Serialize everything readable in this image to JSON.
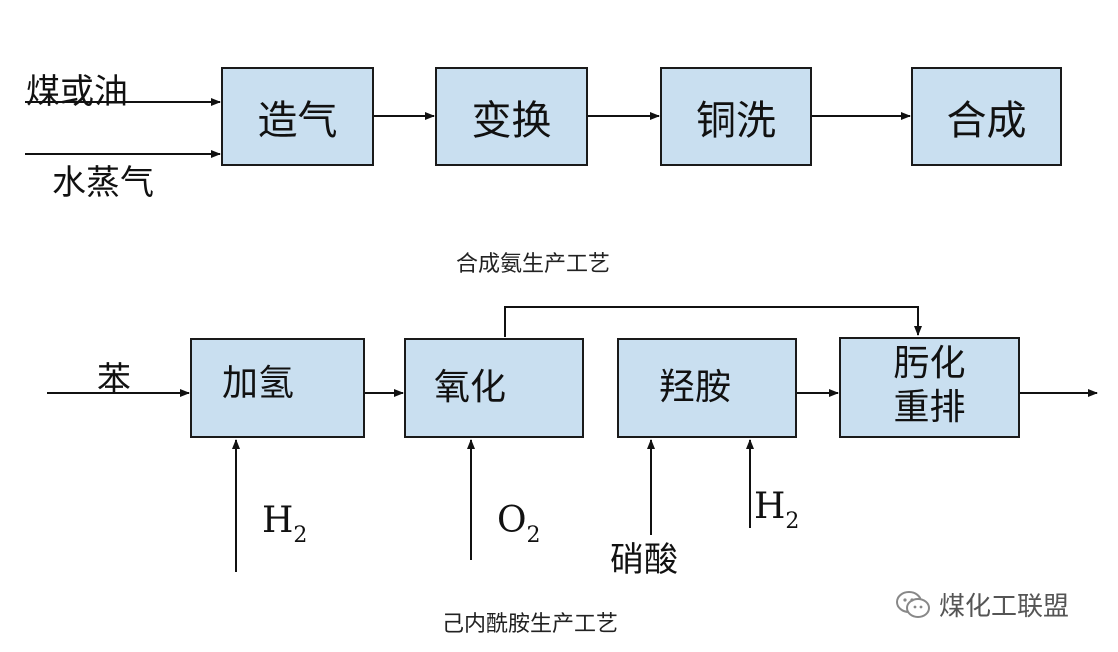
{
  "diagram_top": {
    "inputs": [
      "煤或油",
      "水蒸气"
    ],
    "steps": [
      "造气",
      "变换",
      "铜洗",
      "合成"
    ],
    "caption": "合成氨生产工艺"
  },
  "diagram_bottom": {
    "input": "苯",
    "steps": [
      "加氢",
      "氧化",
      "羟胺"
    ],
    "final_step": [
      "肟化",
      "重排"
    ],
    "reagents": {
      "h2_a": {
        "element": "H",
        "subscript": "2"
      },
      "o2": {
        "element": "O",
        "subscript": "2"
      },
      "nitric": "硝酸",
      "h2_b": {
        "element": "H",
        "subscript": "2"
      }
    },
    "caption": "己内酰胺生产工艺"
  },
  "watermark": {
    "text": "煤化工联盟",
    "icon": "wechat-icon"
  }
}
